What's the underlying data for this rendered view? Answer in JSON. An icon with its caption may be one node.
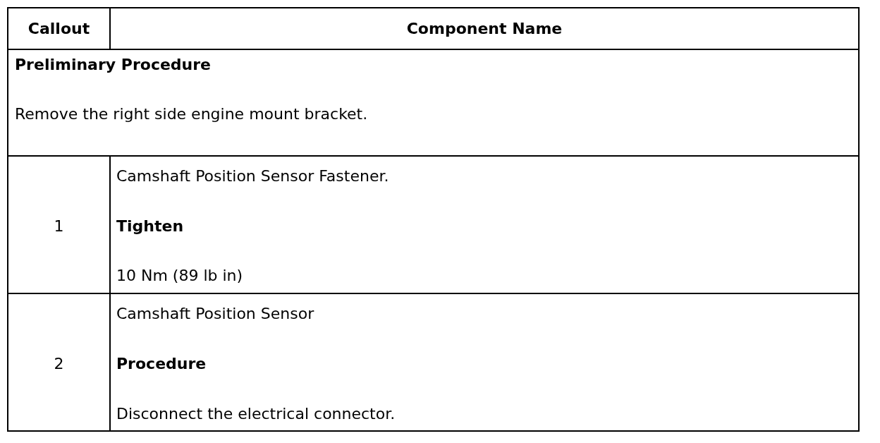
{
  "diagram": {
    "labels": [
      "Callout",
      "Component Name",
      "Preliminary Procedure",
      "Remove the right side engine mount bracket.",
      "1",
      "Camshaft Position Sensor Fastener.",
      "Tighten",
      "10 Nm (89 lb in)",
      "2",
      "Camshaft Position Sensor",
      "Procedure",
      "Disconnect the electrical connector."
    ]
  }
}
